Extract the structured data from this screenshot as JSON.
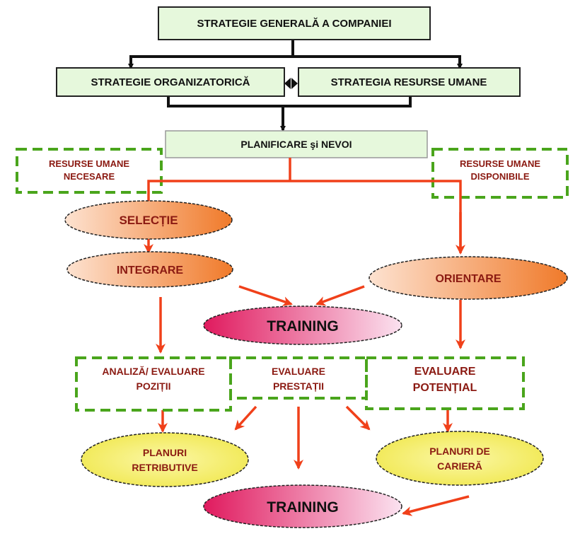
{
  "colors": {
    "box_fill": "#e6f8dc",
    "dashed": "#4aa51c",
    "arrow_red": "#f0401a",
    "text_red": "#8b1a12",
    "orange": "#f38a4a",
    "pink": "#e8246a",
    "yellow": "#f5ef6e"
  },
  "top": {
    "label": "STRATEGIE GENERALĂ A COMPANIEI"
  },
  "org": {
    "label": "STRATEGIE ORGANIZATORICĂ"
  },
  "hr": {
    "label": "STRATEGIA RESURSE UMANE"
  },
  "plan": {
    "label": "PLANIFICARE şi NEVOI"
  },
  "needed": {
    "line1": "RESURSE UMANE",
    "line2": "NECESARE"
  },
  "available": {
    "line1": "RESURSE UMANE",
    "line2": "DISPONIBILE"
  },
  "selectie": {
    "label": "SELECȚIE"
  },
  "integrare": {
    "label": "INTEGRARE"
  },
  "orientare": {
    "label": "ORIENTARE"
  },
  "training1": {
    "label": "TRAINING"
  },
  "eval_pos": {
    "line1": "ANALIZĂ/ EVALUARE",
    "line2": "POZIȚII"
  },
  "eval_prest": {
    "line1": "EVALUARE",
    "line2": "PRESTAȚII"
  },
  "eval_pot": {
    "line1": "EVALUARE",
    "line2": "POTENȚIAL"
  },
  "plan_retr": {
    "line1": "PLANURI",
    "line2": "RETRIBUTIVE"
  },
  "plan_car": {
    "line1": "PLANURI DE",
    "line2": "CARIERĂ"
  },
  "training2": {
    "label": "TRAINING"
  }
}
